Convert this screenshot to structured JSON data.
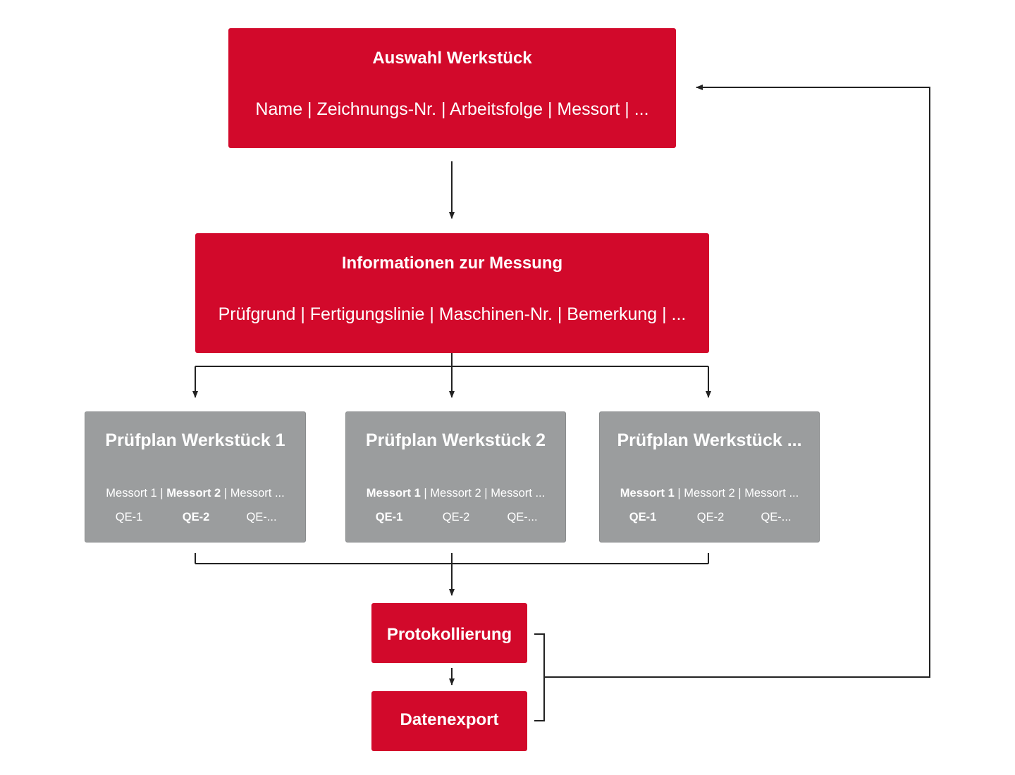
{
  "auswahl": {
    "title": "Auswahl Werkstück",
    "subtitle": "Name | Zeichnungs-Nr. | Arbeitsfolge | Messort | ..."
  },
  "informationen": {
    "title": "Informationen zur Messung",
    "subtitle": "Prüfgrund | Fertigungslinie | Maschinen-Nr. | Bemerkung | ..."
  },
  "pruefplaene": [
    {
      "title": "Prüfplan Werkstück 1",
      "messort": [
        "Messort 1",
        "Messort 2",
        "Messort ..."
      ],
      "qe": [
        "QE-1",
        "QE-2",
        "QE-..."
      ],
      "active_index": 1
    },
    {
      "title": "Prüfplan Werkstück 2",
      "messort": [
        "Messort 1",
        "Messort 2",
        "Messort ..."
      ],
      "qe": [
        "QE-1",
        "QE-2",
        "QE-..."
      ],
      "active_index": 0
    },
    {
      "title": "Prüfplan Werkstück ...",
      "messort": [
        "Messort 1",
        "Messort 2",
        "Messort ..."
      ],
      "qe": [
        "QE-1",
        "QE-2",
        "QE-..."
      ],
      "active_index": 0
    }
  ],
  "separator": " | ",
  "protokollierung": {
    "title": "Protokollierung"
  },
  "datenexport": {
    "title": "Datenexport"
  },
  "colors": {
    "red": "#d2092b",
    "grey": "#9b9d9e",
    "line": "#222222"
  }
}
